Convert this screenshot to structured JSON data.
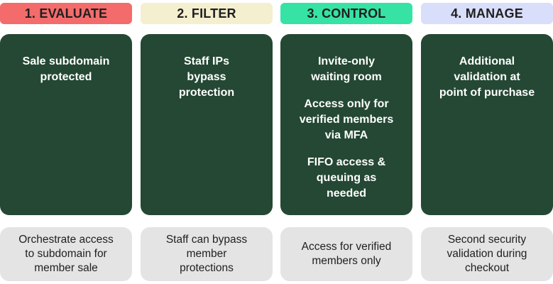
{
  "steps": [
    {
      "header": "1. EVALUATE",
      "header_color": "#f46b6b",
      "card_paragraphs": [
        [
          "Sale subdomain",
          "protected"
        ]
      ],
      "note_lines": [
        "Orchestrate access",
        "to subdomain for",
        "member sale"
      ]
    },
    {
      "header": "2. FILTER",
      "header_color": "#f4efcf",
      "card_paragraphs": [
        [
          "Staff IPs",
          "bypass",
          "protection"
        ]
      ],
      "note_lines": [
        "Staff can bypass",
        "member",
        "protections"
      ]
    },
    {
      "header": "3. CONTROL",
      "header_color": "#36e3a5",
      "card_paragraphs": [
        [
          "Invite-only",
          "waiting room"
        ],
        [
          "Access only for",
          "verified members",
          "via MFA"
        ],
        [
          "FIFO access &",
          "queuing as",
          "needed"
        ]
      ],
      "note_lines": [
        "Access for verified",
        "members only"
      ]
    },
    {
      "header": "4. MANAGE",
      "header_color": "#d9defa",
      "card_paragraphs": [
        [
          "Additional",
          "validation at",
          "point of purchase"
        ]
      ],
      "note_lines": [
        "Second security",
        "validation during",
        "checkout"
      ]
    }
  ],
  "colors": {
    "card_background": "#244833",
    "note_background": "#e4e4e4",
    "arrow": "#ffffff"
  },
  "icons": [
    "arrow-right-icon"
  ]
}
